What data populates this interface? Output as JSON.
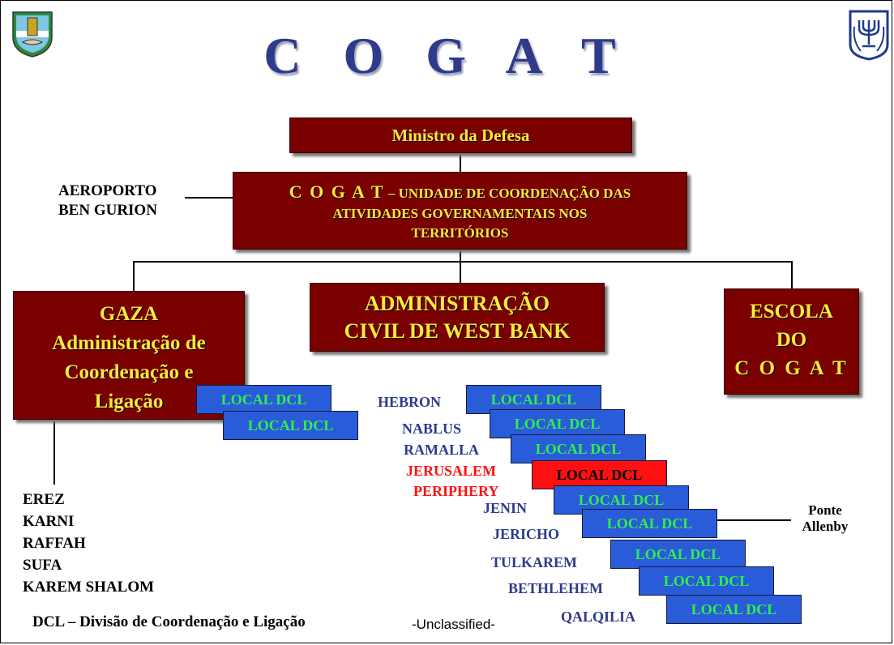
{
  "title": "C O G A T",
  "ministro": "Ministro da Defesa",
  "cogat": {
    "prefix": "C O G A T",
    "line1": " – UNIDADE DE COORDENAÇÃO DAS",
    "line2": "ATIVIDADES GOVERNAMENTAIS NOS",
    "line3": "TERRITÓRIOS"
  },
  "aeroporto": {
    "line1": "AEROPORTO",
    "line2": "BEN GURION"
  },
  "gaza": {
    "line1": "GAZA",
    "line2": "Administração de",
    "line3": "Coordenação e",
    "line4": "Ligação"
  },
  "west_bank": {
    "line1": "ADMINISTRAÇÃO",
    "line2": "CIVIL DE WEST BANK"
  },
  "escola": {
    "line1": "ESCOLA",
    "line2": "DO",
    "line3": "C O G A T"
  },
  "dcl_label": "LOCAL DCL",
  "crossings": [
    "EREZ",
    "KARNI",
    "RAFFAH",
    "SUFA",
    "KAREM SHALOM"
  ],
  "cities": [
    "HEBRON",
    "NABLUS",
    "RAMALLA",
    "JERUSALEM",
    "PERIPHERY",
    "JENIN",
    "JERICHO",
    "TULKAREM",
    "BETHLEHEM",
    "QALQILIA"
  ],
  "ponte": {
    "line1": "Ponte",
    "line2": "Allenby"
  },
  "footer": "DCL – Divisão de Coordenação e Ligação",
  "classification": "-Unclassified-",
  "colors": {
    "maroon": "#7a0000",
    "yellow": "#ffe93b",
    "navy": "#2e3a8c",
    "dcl_blue": "#2a5bd8",
    "dcl_green": "#2ff04a",
    "red": "#ff1010"
  }
}
